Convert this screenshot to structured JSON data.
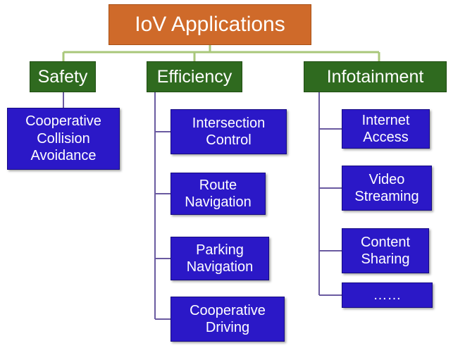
{
  "root": {
    "label": "IoV Applications"
  },
  "categories": [
    {
      "label": "Safety",
      "items": [
        "Cooperative\nCollision\nAvoidance"
      ]
    },
    {
      "label": "Efficiency",
      "items": [
        "Intersection\nControl",
        "Route\nNavigation",
        "Parking\nNavigation",
        "Cooperative\nDriving"
      ]
    },
    {
      "label": "Infotainment",
      "items": [
        "Internet\nAccess",
        "Video\nStreaming",
        "Content\nSharing",
        "……"
      ]
    }
  ],
  "colors": {
    "root_fill": "#cf6a2a",
    "category_fill": "#2f6a1f",
    "leaf_fill": "#2b18c7",
    "root_connector": "#a9c77a",
    "category_connector": "#6a5aa0"
  }
}
